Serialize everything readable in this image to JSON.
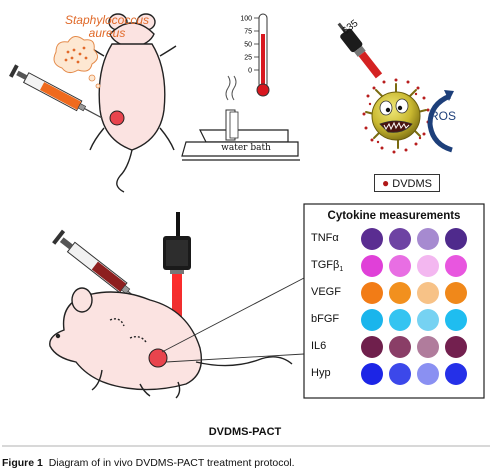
{
  "labels": {
    "bacteria": "Staphylococcus\naureus",
    "water_bath": "water bath",
    "thermometer_ticks": [
      "100",
      "75",
      "50",
      "25",
      "0"
    ],
    "laser_wavelength": "635",
    "ros": "ROS",
    "dvdms_legend": "DVDMS",
    "cytokine_title": "Cytokine measurements",
    "treatment": "DVDMS-PACT"
  },
  "cytokines": [
    {
      "name": "TNFα",
      "colors": [
        "#5a2d91",
        "#6e43a3",
        "#a68ad0",
        "#4f2a8c"
      ]
    },
    {
      "name": "TGFβ1",
      "colors": [
        "#e040d8",
        "#e86ee3",
        "#f3b7f0",
        "#e856df"
      ]
    },
    {
      "name": "VEGF",
      "colors": [
        "#f27c16",
        "#f2901e",
        "#f7c287",
        "#f0881a"
      ]
    },
    {
      "name": "bFGF",
      "colors": [
        "#1ab5ec",
        "#34c4f1",
        "#76d2f2",
        "#1fbdf0"
      ]
    },
    {
      "name": "IL6",
      "colors": [
        "#6f1f4c",
        "#8a3e67",
        "#b07c9c",
        "#73204f"
      ]
    },
    {
      "name": "Hyp",
      "colors": [
        "#1c25e6",
        "#3c48ea",
        "#8a90f2",
        "#2530e8"
      ]
    }
  ],
  "caption": {
    "prefix": "Figure 1",
    "text": "Diagram of in vivo DVDMS-PACT treatment protocol."
  }
}
